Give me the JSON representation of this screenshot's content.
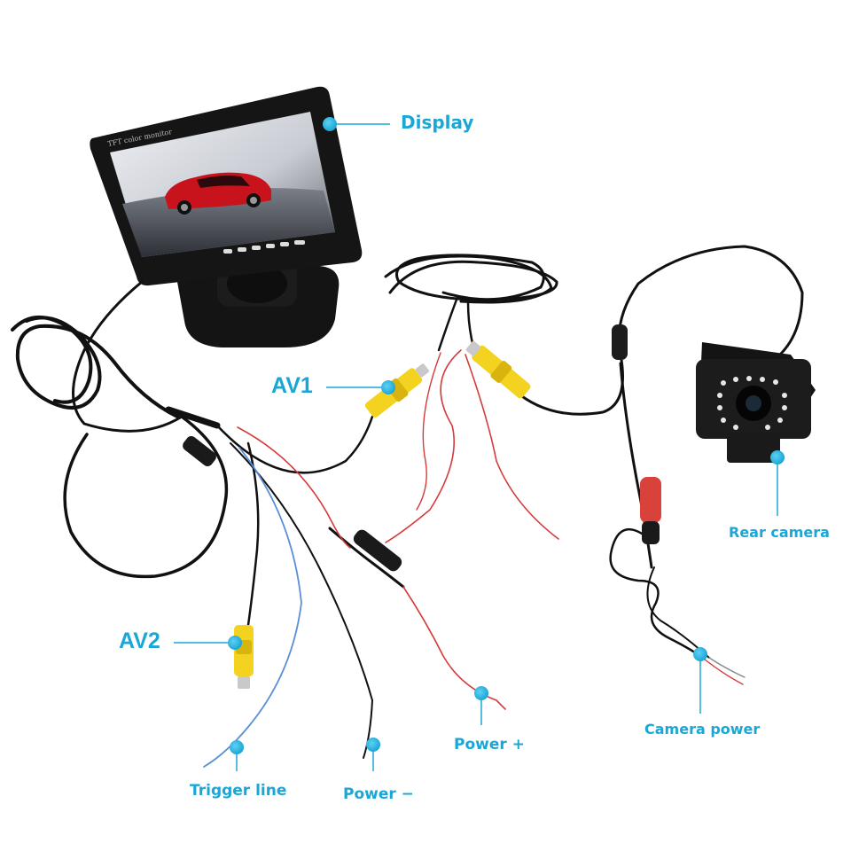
{
  "monitor": {
    "bezel_text": "TFT color monitor"
  },
  "labels": {
    "display": "Display",
    "av1": "AV1",
    "av2": "AV2",
    "rear_camera": "Rear camera",
    "trigger_line": "Trigger line",
    "power_negative": "Power −",
    "power_positive": "Power +",
    "camera_power": "Camera power"
  },
  "colors": {
    "accent": "#1aa7d6",
    "cable": "#111111",
    "rca_yellow": "#f3d31f",
    "wire_red": "#d63a3a",
    "wire_blue": "#5a8fd6",
    "connector_red": "#d9413b",
    "car_body": "#c8121c"
  },
  "icons": {
    "callout_dot": "callout-dot-icon",
    "ir_led": "ir-led-icon"
  }
}
